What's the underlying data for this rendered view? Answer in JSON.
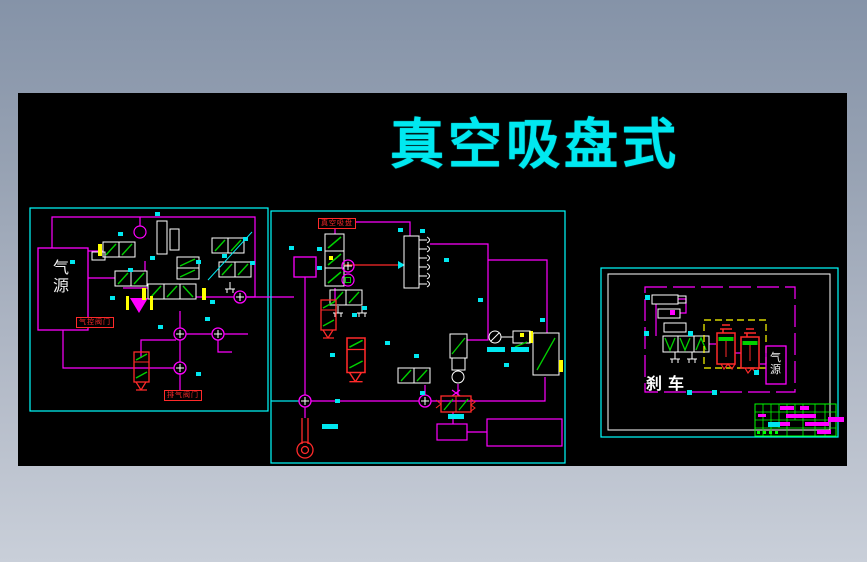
{
  "page": {
    "frame_top_color": "#8593a8",
    "frame_bottom_color": "#c9cfd9",
    "canvas_color": "#000000"
  },
  "title": {
    "text": "真空吸盘式",
    "color": "#00e8f0"
  },
  "palette": {
    "panel_border": "#00ffff",
    "pipe": "#ff00ff",
    "symbol": "#ffffff",
    "flow_arrow": "#00ff00",
    "alert_red": "#ff2a2a",
    "highlight_yellow": "#ffff00",
    "table_green": "#00ff00"
  },
  "left_panel": {
    "air_source": "气源",
    "red_label_top": "气控阀门",
    "red_label_bottom": "排气阀门"
  },
  "middle_panel": {
    "red_label_top": "真空吸盘"
  },
  "right_panel": {
    "brake_label": "刹车",
    "air_source": "气源"
  }
}
